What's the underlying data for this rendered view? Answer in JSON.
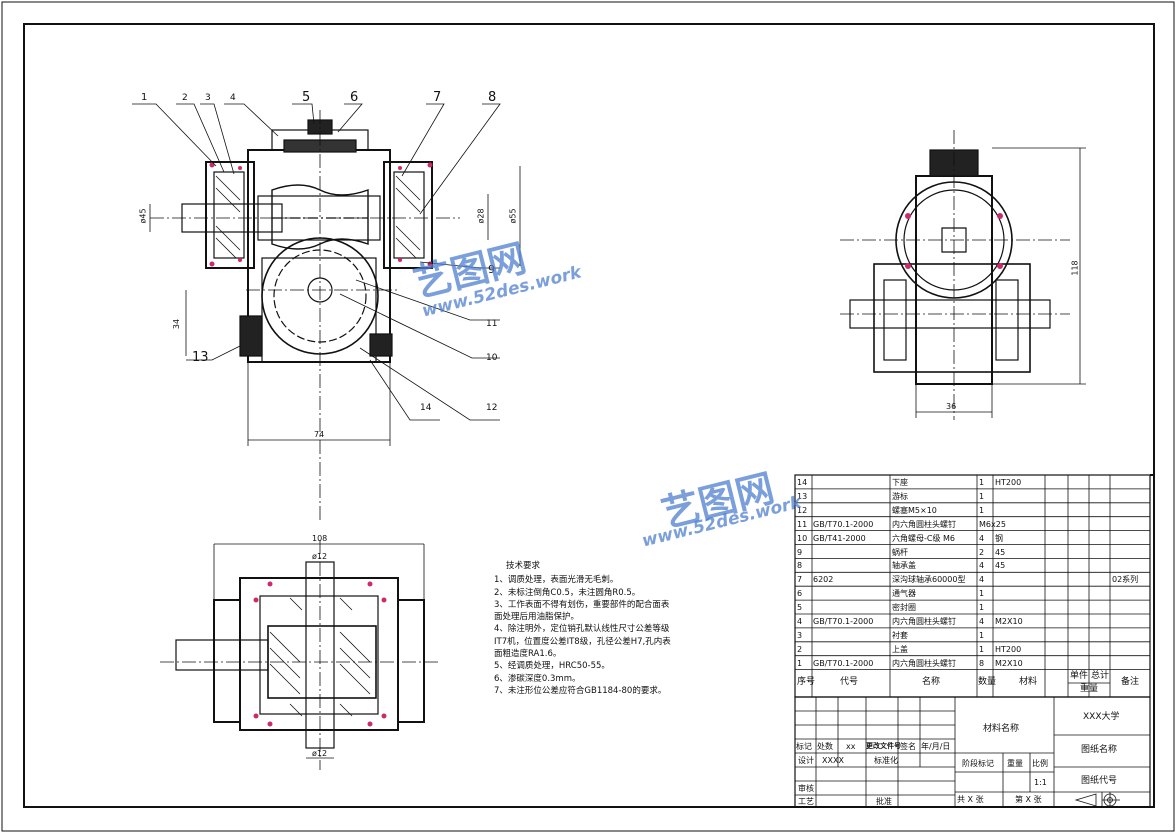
{
  "balloons": {
    "front": [
      "1",
      "2",
      "3",
      "4",
      "5",
      "6",
      "7",
      "8",
      "9",
      "10",
      "11",
      "12",
      "13",
      "14"
    ]
  },
  "dims": {
    "front": {
      "d45": "ø45",
      "d28": "ø28",
      "d55": "ø55",
      "h34": "34",
      "w74": "74"
    },
    "side": {
      "h118": "118",
      "w36": "36"
    },
    "top": {
      "w108": "108",
      "d12a": "ø12",
      "d12b": "ø12"
    }
  },
  "tech_notes": {
    "title": "技术要求",
    "lines": [
      "1、调质处理，表面光滑无毛刺。",
      "2、未标注倒角C0.5，未注圆角R0.5。",
      "3、工作表面不得有划伤，重要部件的配合面表",
      "面处理后用油脂保护。",
      "4、除注明外，定位销孔默认线性尺寸公差等级",
      "IT7机，位置度公差IT8级，孔径公差H7,孔内表",
      "面粗造度RA1.6。",
      "5、经调质处理，HRC50-55。",
      "6、渗碳深度0.3mm。",
      "7、未注形位公差应符合GB1184-80的要求。"
    ]
  },
  "bom": {
    "rows": [
      {
        "no": "14",
        "code": "",
        "name": "下座",
        "qty": "1",
        "material": "HT200",
        "note": ""
      },
      {
        "no": "13",
        "code": "",
        "name": "游标",
        "qty": "1",
        "material": "",
        "note": ""
      },
      {
        "no": "12",
        "code": "",
        "name": "螺塞M5×10",
        "qty": "1",
        "material": "",
        "note": ""
      },
      {
        "no": "11",
        "code": "GB/T70.1-2000",
        "name": "内六角圆柱头螺钉",
        "qty": "M6x25",
        "material": "",
        "note": ""
      },
      {
        "no": "10",
        "code": "GB/T41-2000",
        "name": "六角螺母-C级 M6",
        "qty": "4",
        "material": "钢",
        "note": ""
      },
      {
        "no": "9",
        "code": "",
        "name": "蜗杆",
        "qty": "2",
        "material": "45",
        "note": ""
      },
      {
        "no": "8",
        "code": "",
        "name": "轴承盖",
        "qty": "4",
        "material": "45",
        "note": ""
      },
      {
        "no": "7",
        "code": "6202",
        "name": "深沟球轴承60000型",
        "qty": "4",
        "material": "",
        "note": "02系列"
      },
      {
        "no": "6",
        "code": "",
        "name": "通气器",
        "qty": "1",
        "material": "",
        "note": ""
      },
      {
        "no": "5",
        "code": "",
        "name": "密封圈",
        "qty": "1",
        "material": "",
        "note": ""
      },
      {
        "no": "4",
        "code": "GB/T70.1-2000",
        "name": "内六角圆柱头螺钉",
        "qty": "4",
        "material": "M2X10",
        "note": ""
      },
      {
        "no": "3",
        "code": "",
        "name": "衬套",
        "qty": "1",
        "material": "",
        "note": ""
      },
      {
        "no": "2",
        "code": "",
        "name": "上盖",
        "qty": "1",
        "material": "HT200",
        "note": ""
      },
      {
        "no": "1",
        "code": "GB/T70.1-2000",
        "name": "内六角圆柱头螺钉",
        "qty": "8",
        "material": "M2X10",
        "note": ""
      }
    ],
    "header": {
      "no": "序号",
      "code": "代号",
      "name": "名称",
      "qty": "数量",
      "material": "材料",
      "single": "单件",
      "total": "总计",
      "weight": "重量",
      "note": "备注"
    }
  },
  "title_block": {
    "material_name": "材料名称",
    "university": "XXX大学",
    "drawing_name": "图纸名称",
    "drawing_code": "图纸代号",
    "mark": "标记",
    "count": "处数",
    "xx": "xx",
    "change_doc": "更改文件号",
    "sign": "签名",
    "date": "年/月/日",
    "design": "设计",
    "designer": "XXXX",
    "standardize": "标准化",
    "stage_mark": "阶段标记",
    "weight": "重量",
    "scale": "比例",
    "scale_value": "1:1",
    "review": "审核",
    "process": "工艺",
    "approve": "批准",
    "sheets_total": "共 X 张",
    "sheet_no": "第 X 张"
  },
  "watermark": {
    "cn": "艺图网",
    "url": "www.52des.work"
  },
  "colors": {
    "line": "#111111",
    "bolt": "#cc2a6b",
    "watermark": "#4f7fd0"
  }
}
